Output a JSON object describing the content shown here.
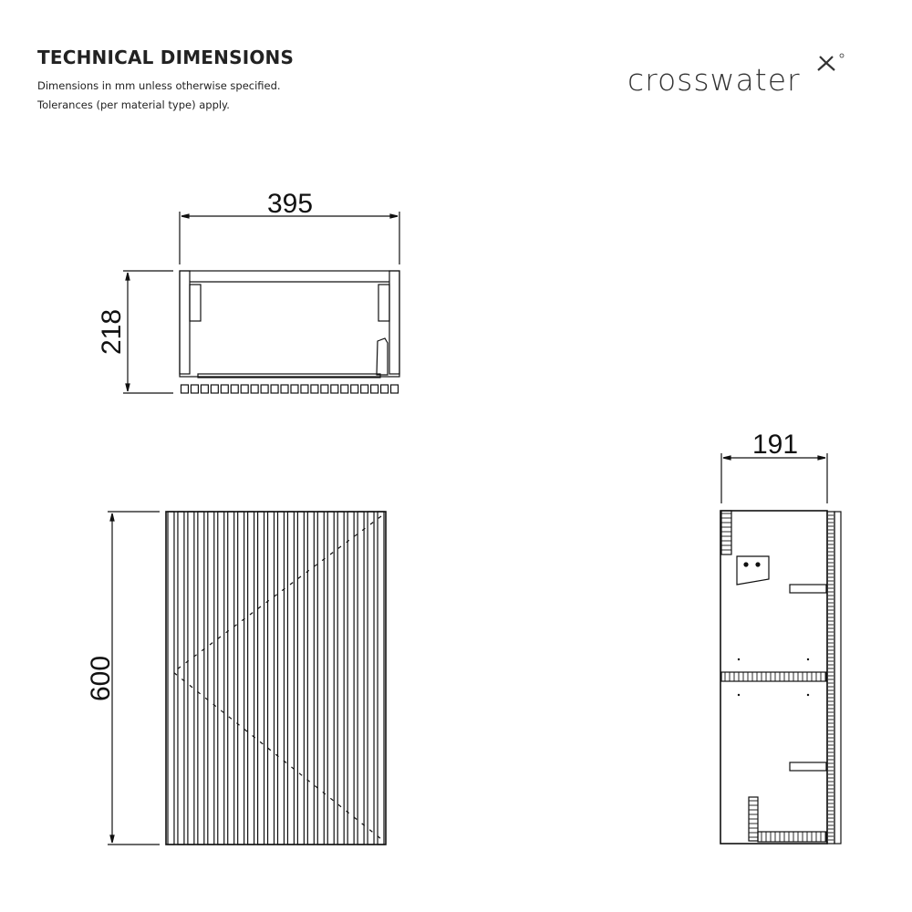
{
  "header": {
    "title": "TECHNICAL DIMENSIONS",
    "notes": [
      "Dimensions in mm unless otherwise specified.",
      "Tolerances (per material type) apply."
    ]
  },
  "brand": {
    "logo_text": "crosswater",
    "logo_mark": "x-mark-icon"
  },
  "views": {
    "top": {
      "width_label": "395",
      "height_label": "218"
    },
    "front": {
      "height_label": "600"
    },
    "side": {
      "depth_label": "191"
    }
  },
  "colors": {
    "line": "#111111",
    "background": "#ffffff"
  }
}
